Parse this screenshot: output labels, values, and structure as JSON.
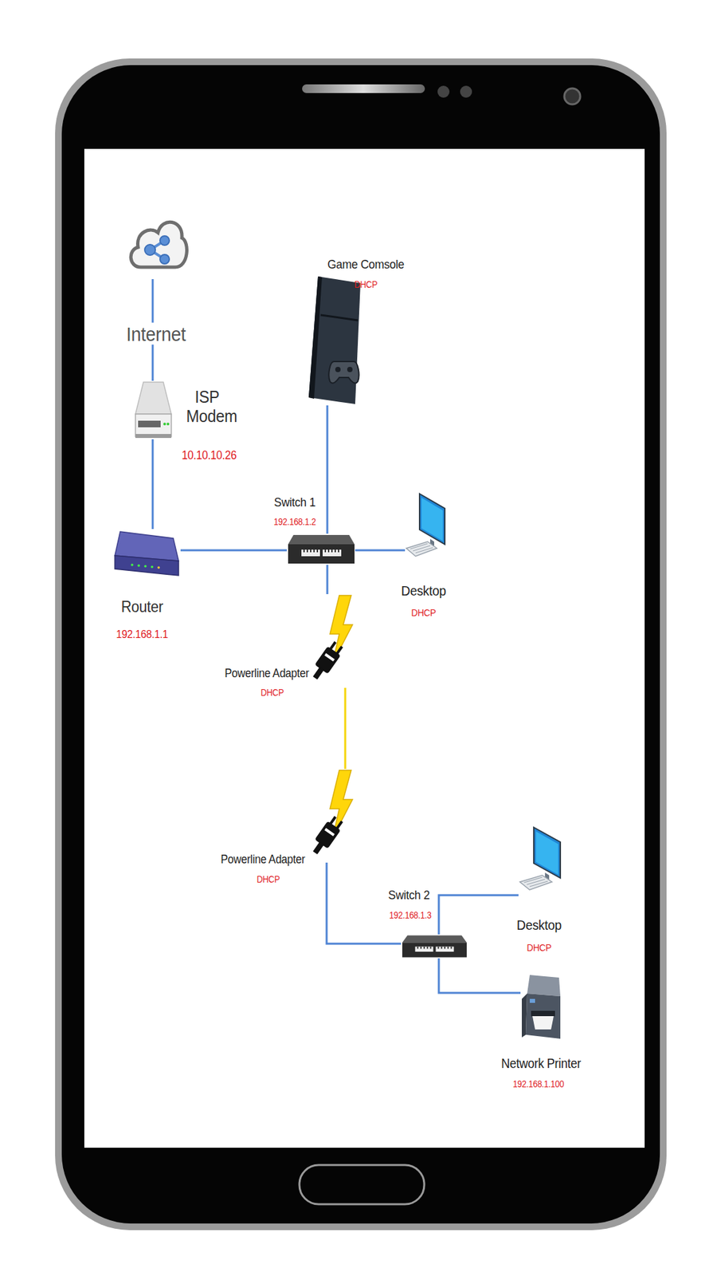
{
  "diagram": {
    "nodes": [
      {
        "text": [
          "Internet"
        ]
      },
      {
        "text": [
          "ISP Modem",
          "10.10.10.26"
        ]
      },
      {
        "text": [
          "Game Comsole",
          "DHCP"
        ]
      },
      {
        "text": [
          "Switch 1",
          "192.168.1.2"
        ]
      },
      {
        "text": [
          "Router",
          "192.168.1.1"
        ]
      },
      {
        "text": [
          "Desktop",
          "DHCP"
        ]
      },
      {
        "text": [
          "Powerline Adapter",
          "DHCP"
        ]
      },
      {
        "text": [
          "Powerline Adapter",
          "DHCP"
        ]
      },
      {
        "text": [
          "Switch 2",
          "192.168.1.3"
        ]
      },
      {
        "text": [
          "Desktop",
          "DHCP"
        ]
      },
      {
        "text": [
          "Network Printer",
          "192.168.1.100"
        ]
      }
    ],
    "edges": [
      {
        "from": 0,
        "to": 1,
        "arrow": "none"
      },
      {
        "from": 1,
        "to": 4,
        "arrow": "none"
      },
      {
        "from": 4,
        "to": 3,
        "arrow": "none"
      },
      {
        "from": 2,
        "to": 3,
        "arrow": "none"
      },
      {
        "from": 3,
        "to": 5,
        "arrow": "none"
      },
      {
        "from": 3,
        "to": 6,
        "arrow": "none"
      },
      {
        "from": 6,
        "to": 7,
        "arrow": "none"
      },
      {
        "from": 7,
        "to": 8,
        "arrow": "none"
      },
      {
        "from": 8,
        "to": 9,
        "arrow": "none"
      },
      {
        "from": 8,
        "to": 10,
        "arrow": "none"
      }
    ]
  }
}
